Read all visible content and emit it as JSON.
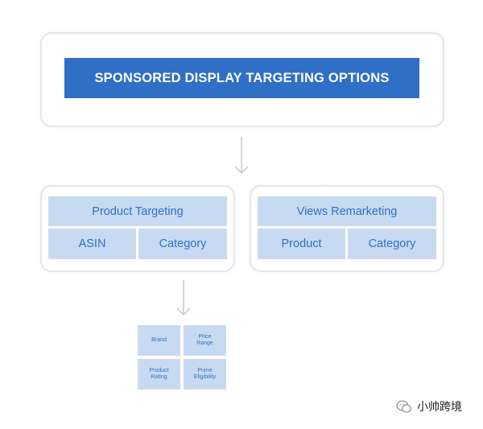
{
  "title": "SPONSORED DISPLAY TARGETING OPTIONS",
  "left_group": {
    "header": "Product Targeting",
    "options": [
      "ASIN",
      "Category"
    ]
  },
  "right_group": {
    "header": "Views Remarketing",
    "options": [
      "Product",
      "Category"
    ]
  },
  "sub_options": {
    "top_left": "Brand",
    "top_right": "Price\nRange",
    "bottom_left": "Product\nRating",
    "bottom_right": "Prime\nEligibility"
  },
  "watermark": "小帅跨境",
  "colors": {
    "accent": "#2f6fc6",
    "cell_fill": "#c8daf1",
    "card_border": "#e3e6ea"
  }
}
